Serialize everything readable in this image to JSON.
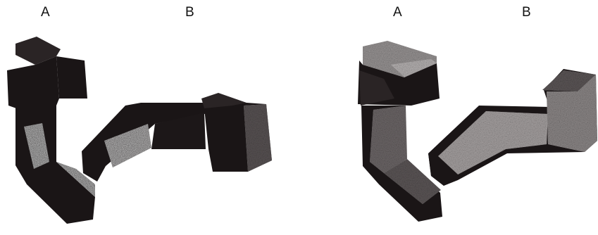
{
  "labels": {
    "left_pair": {
      "a": "A",
      "b": "B"
    },
    "right_pair": {
      "a": "A",
      "b": "B"
    }
  },
  "colors": {
    "background": "#ffffff",
    "shape_dark": "#1a1516",
    "face_light": "#a09c9c",
    "face_mid": "#5a5455"
  }
}
